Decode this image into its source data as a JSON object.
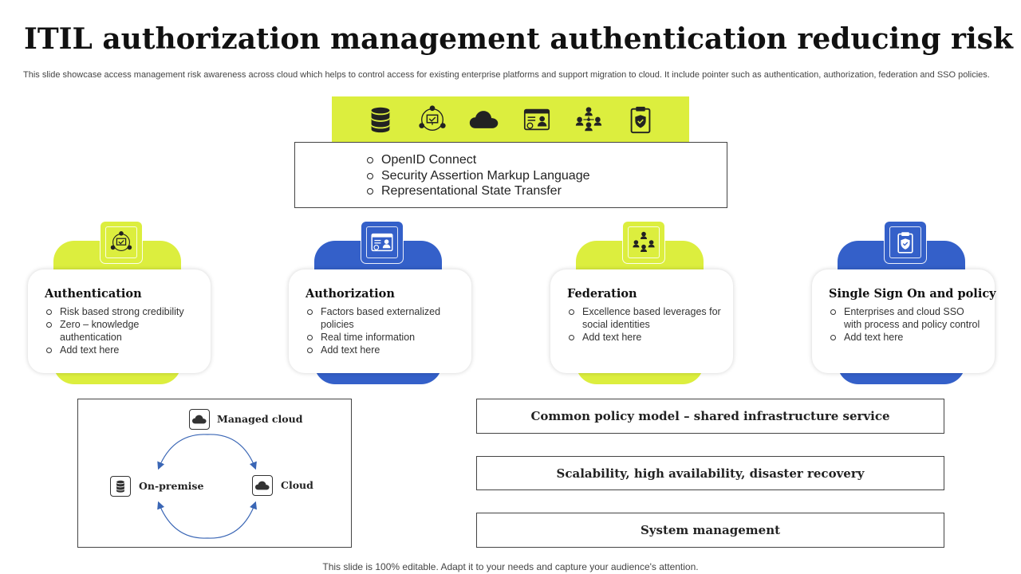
{
  "header": {
    "title": "ITIL authorization management authentication reducing risk",
    "subtitle": "This slide showcase access management risk awareness across cloud which helps to control access for existing enterprise platforms and support migration to cloud. It include pointer such as authentication, authorization, federation and SSO policies."
  },
  "icon_bar": {
    "icons": [
      "database-icon",
      "network-monitor-icon",
      "cloud-icon",
      "id-card-icon",
      "team-network-icon",
      "clipboard-shield-icon"
    ]
  },
  "protocols": {
    "items": [
      "OpenID Connect",
      "Security Assertion Markup Language",
      "Representational State Transfer"
    ]
  },
  "cards": [
    {
      "title": "Authentication",
      "icon": "network-monitor-icon",
      "accent": "#dcee3e",
      "items": [
        "Risk based strong credibility",
        "Zero – knowledge authentication",
        "Add text here"
      ]
    },
    {
      "title": "Authorization",
      "icon": "id-card-icon",
      "accent": "#3460c9",
      "items": [
        "Factors based externalized policies",
        "Real time information",
        "Add text here"
      ]
    },
    {
      "title": "Federation",
      "icon": "team-network-icon",
      "accent": "#dcee3e",
      "items": [
        "Excellence based leverages for social identities",
        "Add text here"
      ]
    },
    {
      "title": "Single Sign On and policy",
      "icon": "clipboard-shield-icon",
      "accent": "#3460c9",
      "items": [
        "Enterprises and cloud SSO with process and policy control",
        "Add text here"
      ]
    }
  ],
  "cloud_cycle": {
    "managed": "Managed cloud",
    "on_premise": "On-premise",
    "cloud": "Cloud",
    "arrow_color": "#3a66b5"
  },
  "features": [
    "Common policy model – shared infrastructure service",
    "Scalability, high availability, disaster recovery",
    "System management"
  ],
  "footer": {
    "text": "This slide is 100% editable. Adapt it to your needs and capture your audience's attention."
  },
  "colors": {
    "lime": "#dcee3e",
    "blue": "#3460c9"
  }
}
